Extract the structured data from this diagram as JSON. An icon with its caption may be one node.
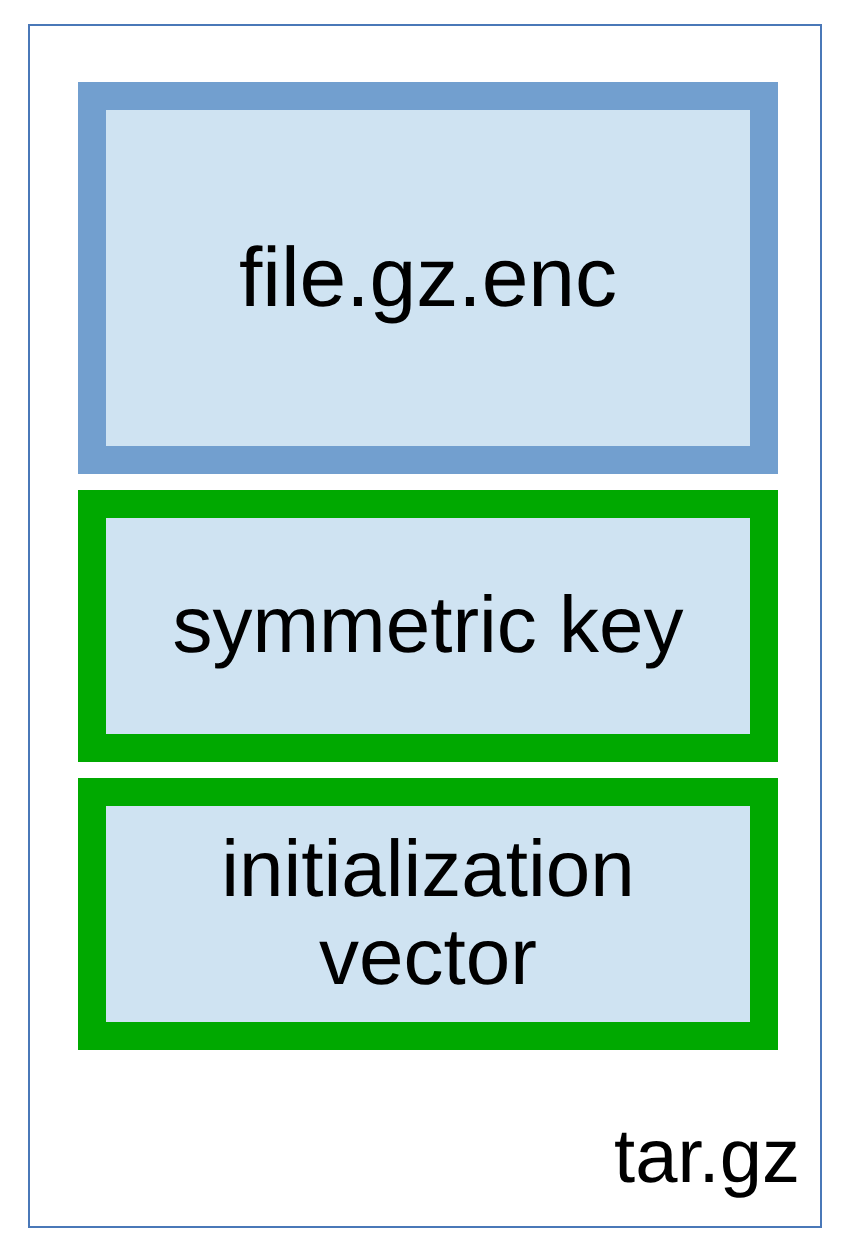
{
  "diagram": {
    "nodes": [
      {
        "text": [
          "tar.gz"
        ]
      },
      {
        "text": [
          "file.gz.enc"
        ],
        "in": 0
      },
      {
        "text": [
          "symmetric key"
        ],
        "in": 0
      },
      {
        "text": [
          "initialization vector"
        ],
        "in": 0
      }
    ]
  }
}
